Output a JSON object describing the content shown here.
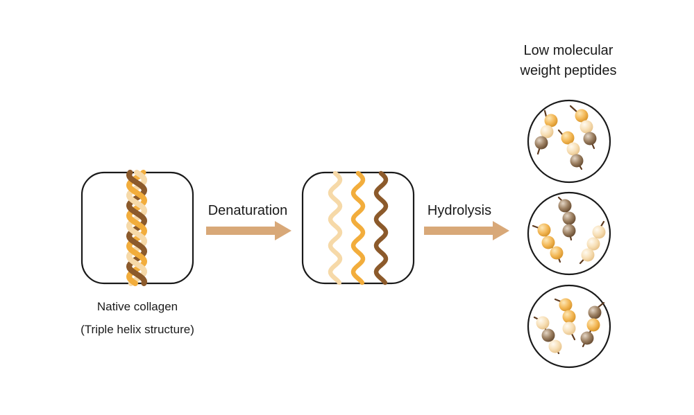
{
  "colors": {
    "pale": "#f6d9a8",
    "gold": "#f2ad3c",
    "brown": "#8c5a2b",
    "bead_brown": "#9c8266",
    "arrow": "#d8a878",
    "outline": "#1a1a1a"
  },
  "native": {
    "title": "Native collagen",
    "subtitle": "(Triple helix structure)"
  },
  "steps": {
    "denaturation": "Denaturation",
    "hydrolysis": "Hydrolysis"
  },
  "product": {
    "title_line1": "Low molecular",
    "title_line2": "weight peptides"
  }
}
